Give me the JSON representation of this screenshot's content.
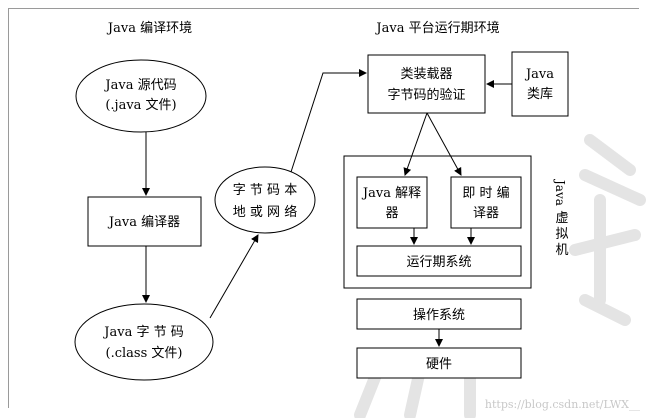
{
  "sections": {
    "left_title": "Java 编译环境",
    "right_title": "Java 平台运行期环境"
  },
  "nodes": {
    "source_code": {
      "line1": "Java 源代码",
      "line2": "(.java 文件)"
    },
    "compiler": {
      "label": "Java 编译器"
    },
    "bytecode": {
      "line1": "Java   字 节 码",
      "line2": "(.class 文件)"
    },
    "local_or_network": {
      "line1": "字 节 码 本",
      "line2": "地 或 网 络"
    },
    "class_loader": {
      "line1": "类装载器",
      "line2": "字节码的验证"
    },
    "java_lib": {
      "line1": "Java",
      "line2": "类库"
    },
    "interpreter": {
      "line1": "Java 解释",
      "line2": "器"
    },
    "jit": {
      "line1": "即 时 编",
      "line2": "译器"
    },
    "runtime_system": {
      "label": "运行期系统"
    },
    "jvm": {
      "label_latin": "Java",
      "label_cjk": [
        "虚",
        "拟",
        "机"
      ]
    },
    "os": {
      "label": "操作系统"
    },
    "hardware": {
      "label": "硬件"
    }
  },
  "watermark": {
    "text": "https://blog.csdn.net/LWX__"
  },
  "colors": {
    "stroke": "#000000",
    "frame": "#9a9a9a",
    "watermark": "#c8c8c8"
  }
}
